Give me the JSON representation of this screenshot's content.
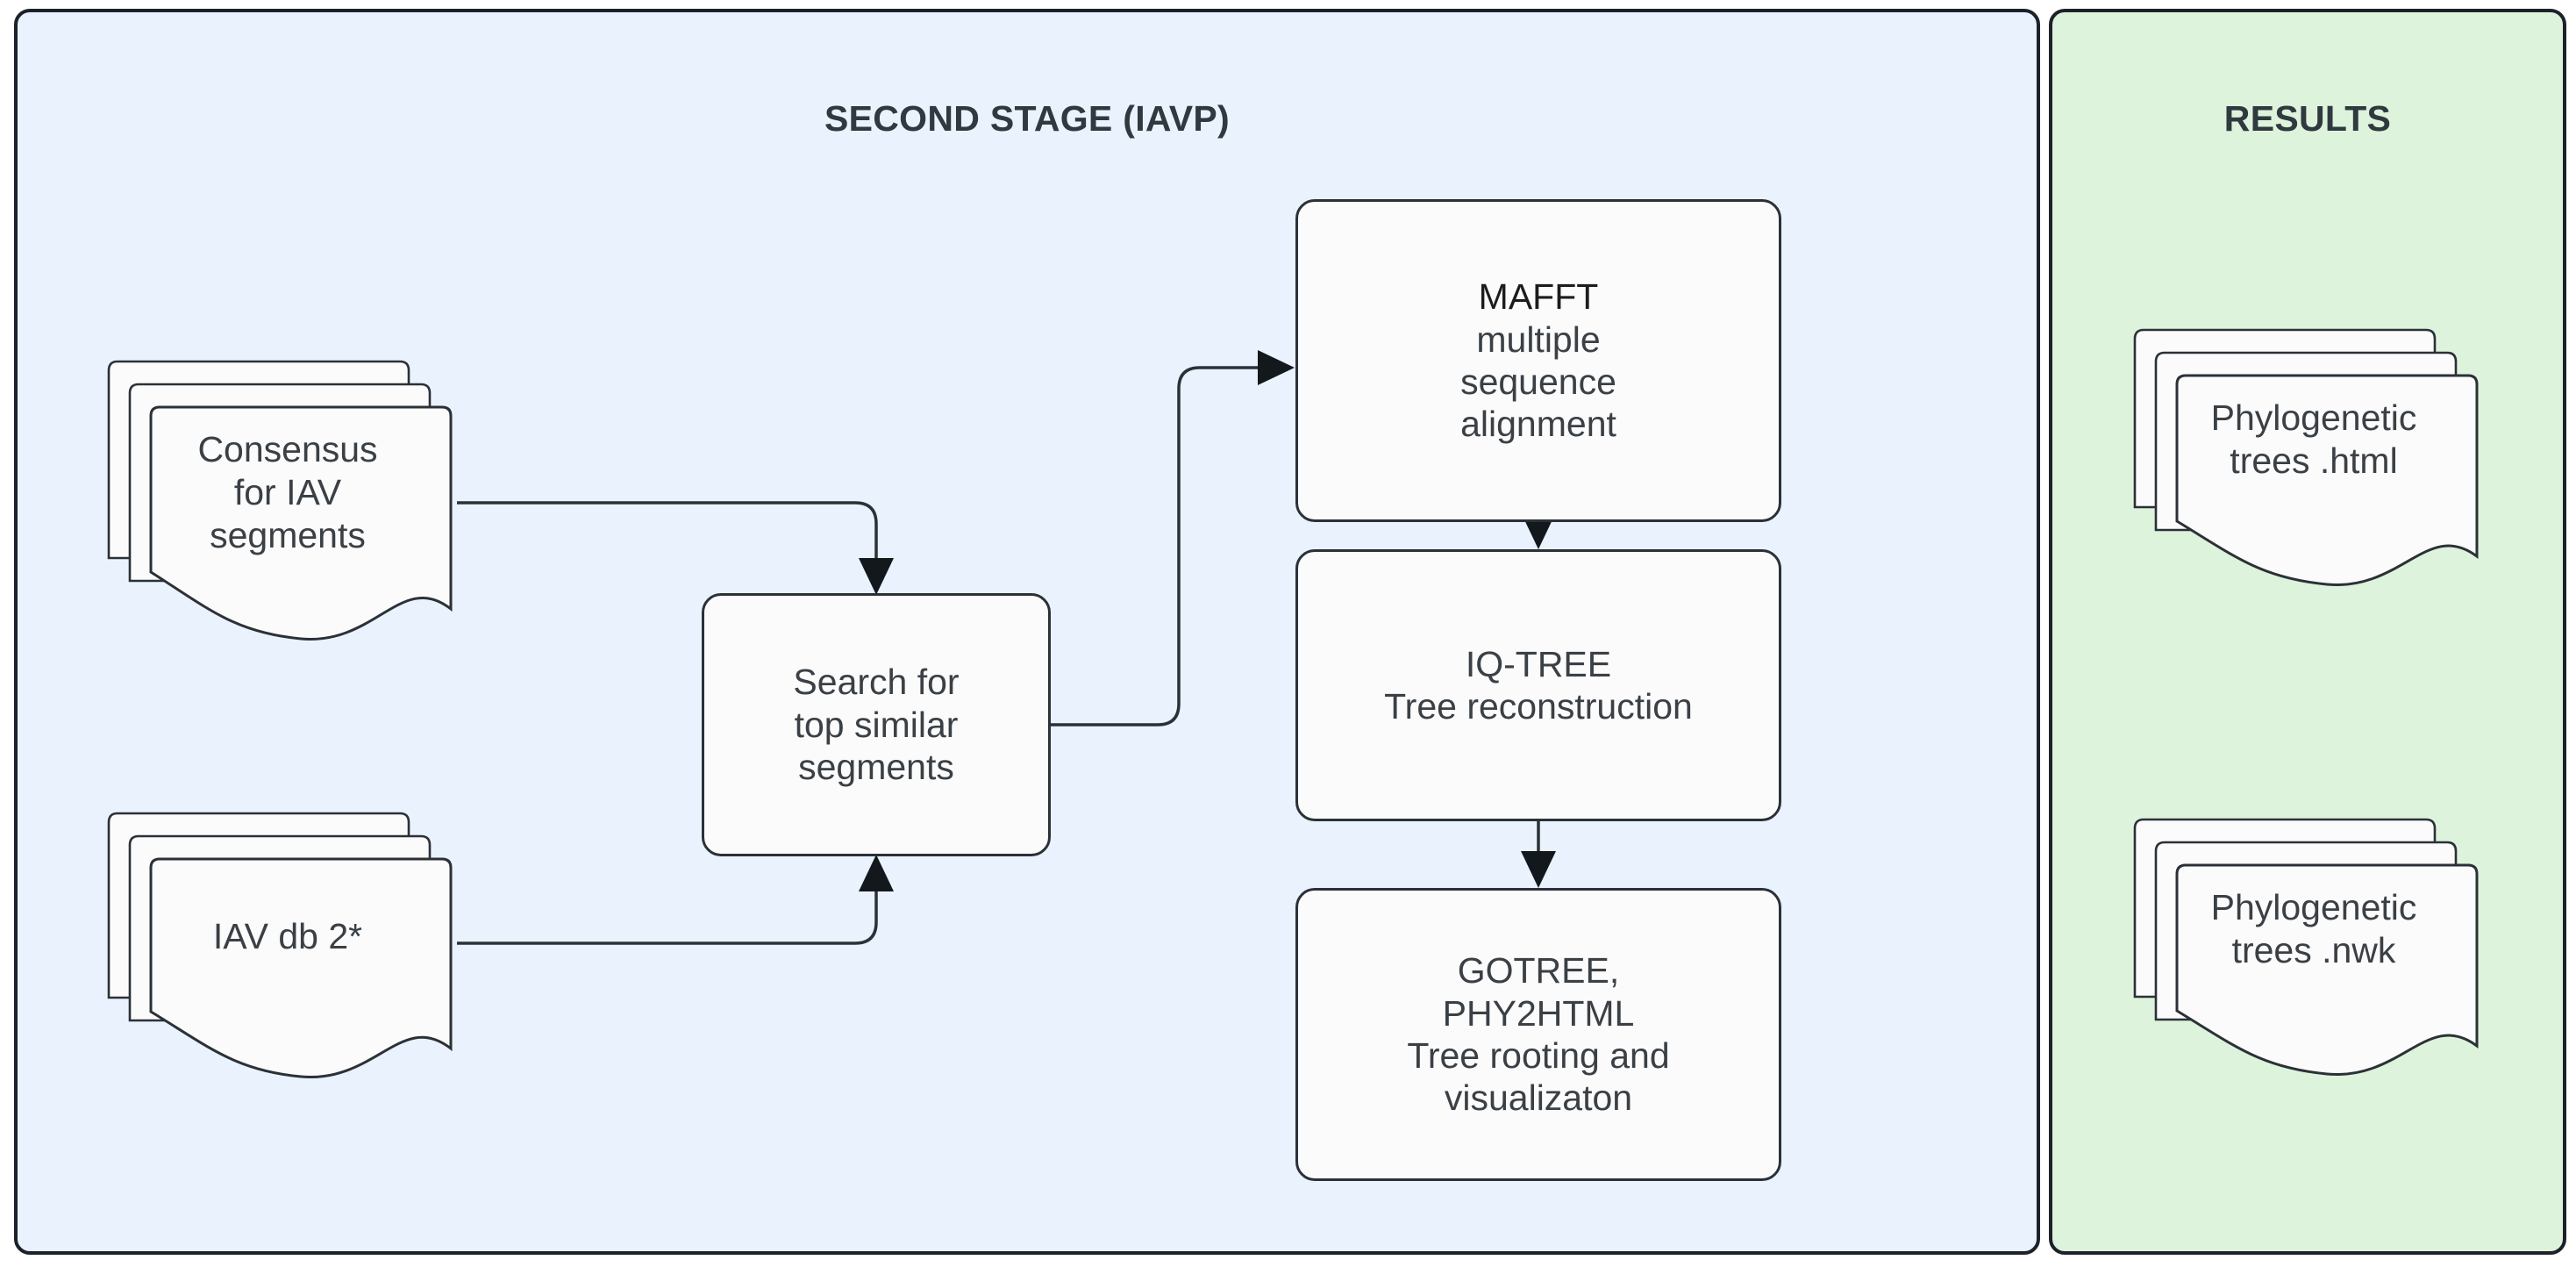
{
  "panels": {
    "second_stage": {
      "title": "SECOND STAGE (IAVP)",
      "bg_color": "#eaf2fd",
      "border_color": "#1d2129"
    },
    "results": {
      "title": "RESULTS",
      "bg_color": "#ddf3dc",
      "border_color": "#1d2129"
    }
  },
  "inputs": [
    {
      "id": "consensus",
      "shape": "multi-document",
      "lines": [
        "Consensus",
        "for IAV",
        "segments"
      ]
    },
    {
      "id": "iav-db",
      "shape": "multi-document",
      "lines": [
        "IAV db  2*"
      ]
    }
  ],
  "processes": [
    {
      "id": "search",
      "shape": "rounded-rectangle",
      "lines": [
        "Search for",
        "top similar",
        "segments"
      ]
    },
    {
      "id": "mafft",
      "shape": "rounded-rectangle",
      "lines": [
        "MAFFT",
        "multiple",
        "sequence",
        "alignment"
      ],
      "emphasis_first_line": true
    },
    {
      "id": "iqtree",
      "shape": "rounded-rectangle",
      "lines": [
        "IQ-TREE",
        "Tree reconstruction"
      ]
    },
    {
      "id": "gotree",
      "shape": "rounded-rectangle",
      "lines": [
        "GOTREE,",
        "PHY2HTML",
        "Tree rooting and",
        "visualizaton"
      ]
    }
  ],
  "results": [
    {
      "id": "trees-html",
      "shape": "multi-document",
      "lines": [
        "Phylogenetic",
        "trees .html"
      ]
    },
    {
      "id": "trees-nwk",
      "shape": "multi-document",
      "lines": [
        "Phylogenetic",
        "trees .nwk"
      ]
    }
  ],
  "connectors": [
    {
      "from": "consensus",
      "to": "search",
      "arrow": true
    },
    {
      "from": "iav-db",
      "to": "search",
      "arrow": true
    },
    {
      "from": "search",
      "to": "mafft",
      "arrow": true
    },
    {
      "from": "mafft",
      "to": "iqtree",
      "arrow": true
    },
    {
      "from": "iqtree",
      "to": "gotree",
      "arrow": true
    }
  ],
  "colors": {
    "stage_panel": "#eaf2fd",
    "results_panel": "#ddf3dc",
    "node_fill": "#fbfbfb",
    "stroke": "#2b3137",
    "title_text": "#30393f",
    "body_text": "#3a4045"
  }
}
